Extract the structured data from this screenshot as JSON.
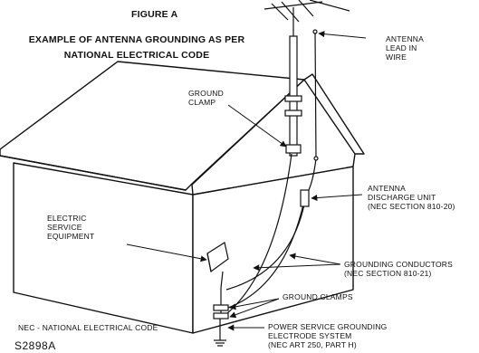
{
  "figure": {
    "title": "FIGURE A",
    "subtitle_lines": [
      "EXAMPLE OF ANTENNA GROUNDING AS PER",
      "NATIONAL ELECTRICAL CODE"
    ]
  },
  "labels": {
    "antenna_lead_in_wire": [
      "ANTENNA",
      "LEAD IN",
      "WIRE"
    ],
    "ground_clamp": [
      "GROUND",
      "CLAMP"
    ],
    "antenna_discharge_unit": [
      "ANTENNA",
      "DISCHARGE UNIT",
      "(NEC SECTION 810-20)"
    ],
    "electric_service_equipment": [
      "ELECTRIC",
      "SERVICE",
      "EQUIPMENT"
    ],
    "grounding_conductors": [
      "GROUNDING CONDUCTORS",
      "(NEC SECTION 810-21)"
    ],
    "ground_clamps": "GROUND CLAMPS",
    "power_service_grounding": [
      "POWER SERVICE GROUNDING",
      "ELECTRODE SYSTEM",
      "(NEC ART 250, PART H)"
    ],
    "nec_note": "NEC - NATIONAL ELECTRICAL CODE",
    "figure_code": "S2898A"
  }
}
